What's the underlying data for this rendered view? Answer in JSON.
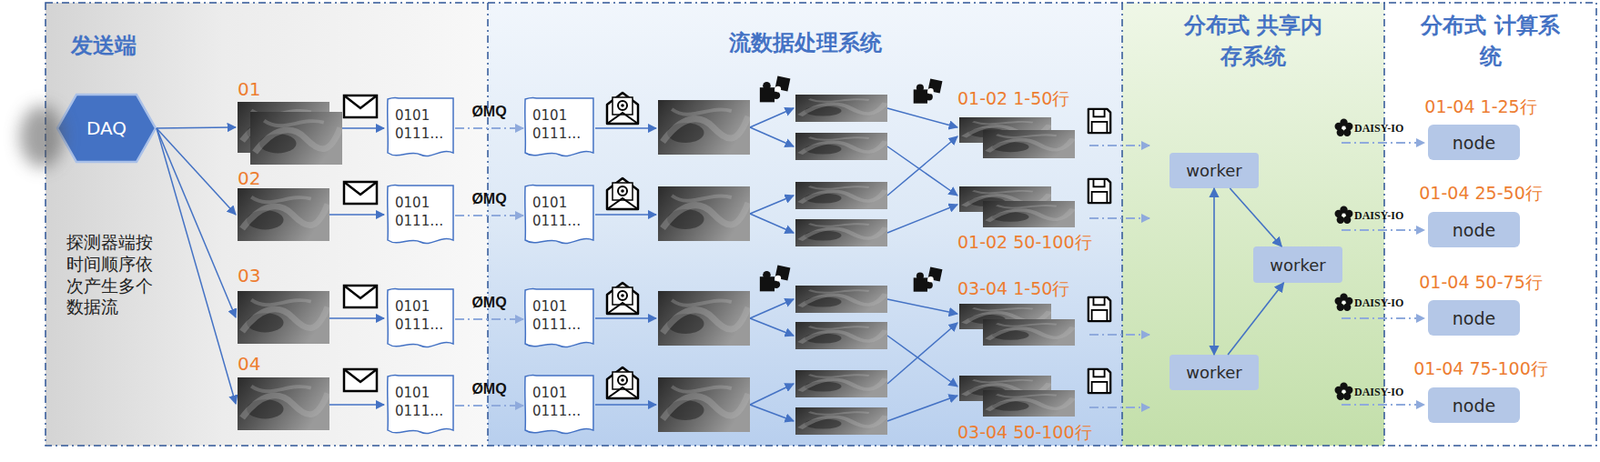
{
  "diagram": {
    "nodes": [
      {
        "text": [
          "发送端"
        ]
      },
      {
        "text": [
          "DAQ"
        ],
        "in": 0
      },
      {
        "text": [
          "0101 0111…"
        ],
        "in": 0
      },
      {
        "text": [
          "0101 0111…"
        ],
        "in": 0
      },
      {
        "text": [
          "0101 0111…"
        ],
        "in": 0
      },
      {
        "text": [
          "0101 0111…"
        ],
        "in": 0
      },
      {
        "text": [
          "流数据处理系统"
        ]
      },
      {
        "text": [
          "0101 0111…"
        ],
        "in": 6
      },
      {
        "text": [
          "0101 0111…"
        ],
        "in": 6
      },
      {
        "text": [
          "0101 0111…"
        ],
        "in": 6
      },
      {
        "text": [
          "0101 0111…"
        ],
        "in": 6
      },
      {
        "text": [
          "分布式 共享内存系统"
        ]
      },
      {
        "text": [
          "worker"
        ],
        "in": 11
      },
      {
        "text": [
          "worker"
        ],
        "in": 11
      },
      {
        "text": [
          "worker"
        ],
        "in": 11
      },
      {
        "text": [
          "分布式 计算系统"
        ]
      },
      {
        "text": [
          "node"
        ],
        "in": 15
      },
      {
        "text": [
          "node"
        ],
        "in": 15
      },
      {
        "text": [
          "node"
        ],
        "in": 15
      },
      {
        "text": [
          "node"
        ],
        "in": 15
      }
    ],
    "edges": [
      {
        "from": 2,
        "to": 7,
        "label": "ØMQ",
        "arrow": "to"
      },
      {
        "from": 3,
        "to": 8,
        "label": "ØMQ",
        "arrow": "to"
      },
      {
        "from": 4,
        "to": 9,
        "label": "ØMQ",
        "arrow": "to"
      },
      {
        "from": 5,
        "to": 10,
        "label": "ØMQ",
        "arrow": "to"
      },
      {
        "from": 12,
        "to": 14,
        "arrow": "both"
      },
      {
        "from": 12,
        "to": 13,
        "arrow": "to"
      },
      {
        "from": 14,
        "to": 13,
        "arrow": "to"
      }
    ],
    "labels": [
      "01",
      "02",
      "03",
      "04",
      "探测器端按时间顺序依次产生多个数据流",
      "01-02 1-50行",
      "01-02 50-100行",
      "03-04 1-50行",
      "03-04 50-100行",
      "01-04 1-25行",
      "01-04 25-50行",
      "01-04 50-75行",
      "01-04 75-100行",
      "DAISY-IO",
      "DAISY-IO",
      "DAISY-IO",
      "DAISY-IO"
    ]
  }
}
